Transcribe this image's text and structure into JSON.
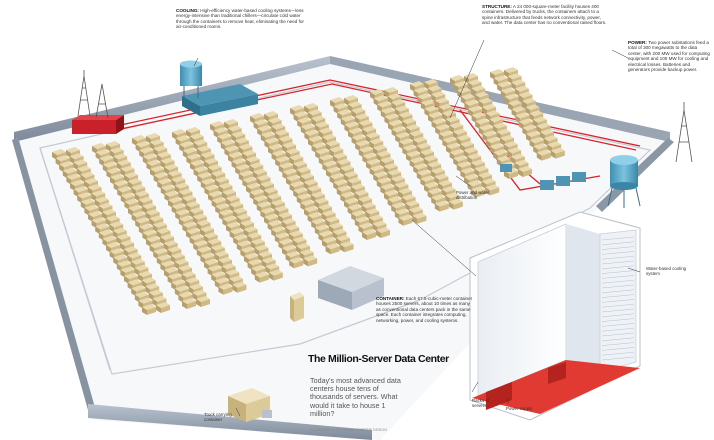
{
  "title": "The Million-Server Data Center",
  "subtitle": "Today's most advanced data centers house tens of thousands of servers. What would it take to house 1 million?",
  "credit": "ILLUSTRATION BY BRYAN CHRISTIE DESIGN",
  "callouts": {
    "cooling": {
      "heading": "COOLING:",
      "text": "High-efficiency water-based cooling systems—less energy-intensive than traditional chillers—circulate cold water through the containers to remove heat, eliminating the need for air-conditioned rooms."
    },
    "structure": {
      "heading": "STRUCTURE:",
      "text": "A 24 000-square-meter facility houses 400 containers. Delivered by trucks, the containers attach to a spine infrastructure that feeds network connectivity, power, and water. The data center has no conventional raised floors."
    },
    "power": {
      "heading": "POWER:",
      "text": "Two power substations feed a total of 300 megawatts to the data center, with 200 MW used for computing equipment and 100 MW for cooling and electrical losses. Batteries and generators provide backup power."
    },
    "containers": {
      "heading": "CONTAINER:",
      "text": "Each 67.5-cubic-meter container houses 2500 servers, about 10 times as many as conventional data centers pack in the same space. Each container integrates computing, networking, power, and cooling systems."
    }
  },
  "labels": {
    "power_water": "Power and water distribution",
    "water_cooling": "Water-based cooling system",
    "racks": "Racks of servers",
    "power_supply": "Power supply",
    "truck": "Truck carrying container"
  },
  "colors": {
    "container_top": "#e8d9b0",
    "container_side": "#b79f6a",
    "wall": "#8a96a6",
    "wall_top": "#c9d1dc",
    "floor": "#ffffff",
    "power_line": "#d8232a",
    "water_tank": "#5aa9c8",
    "transformer": "#c9202a"
  }
}
